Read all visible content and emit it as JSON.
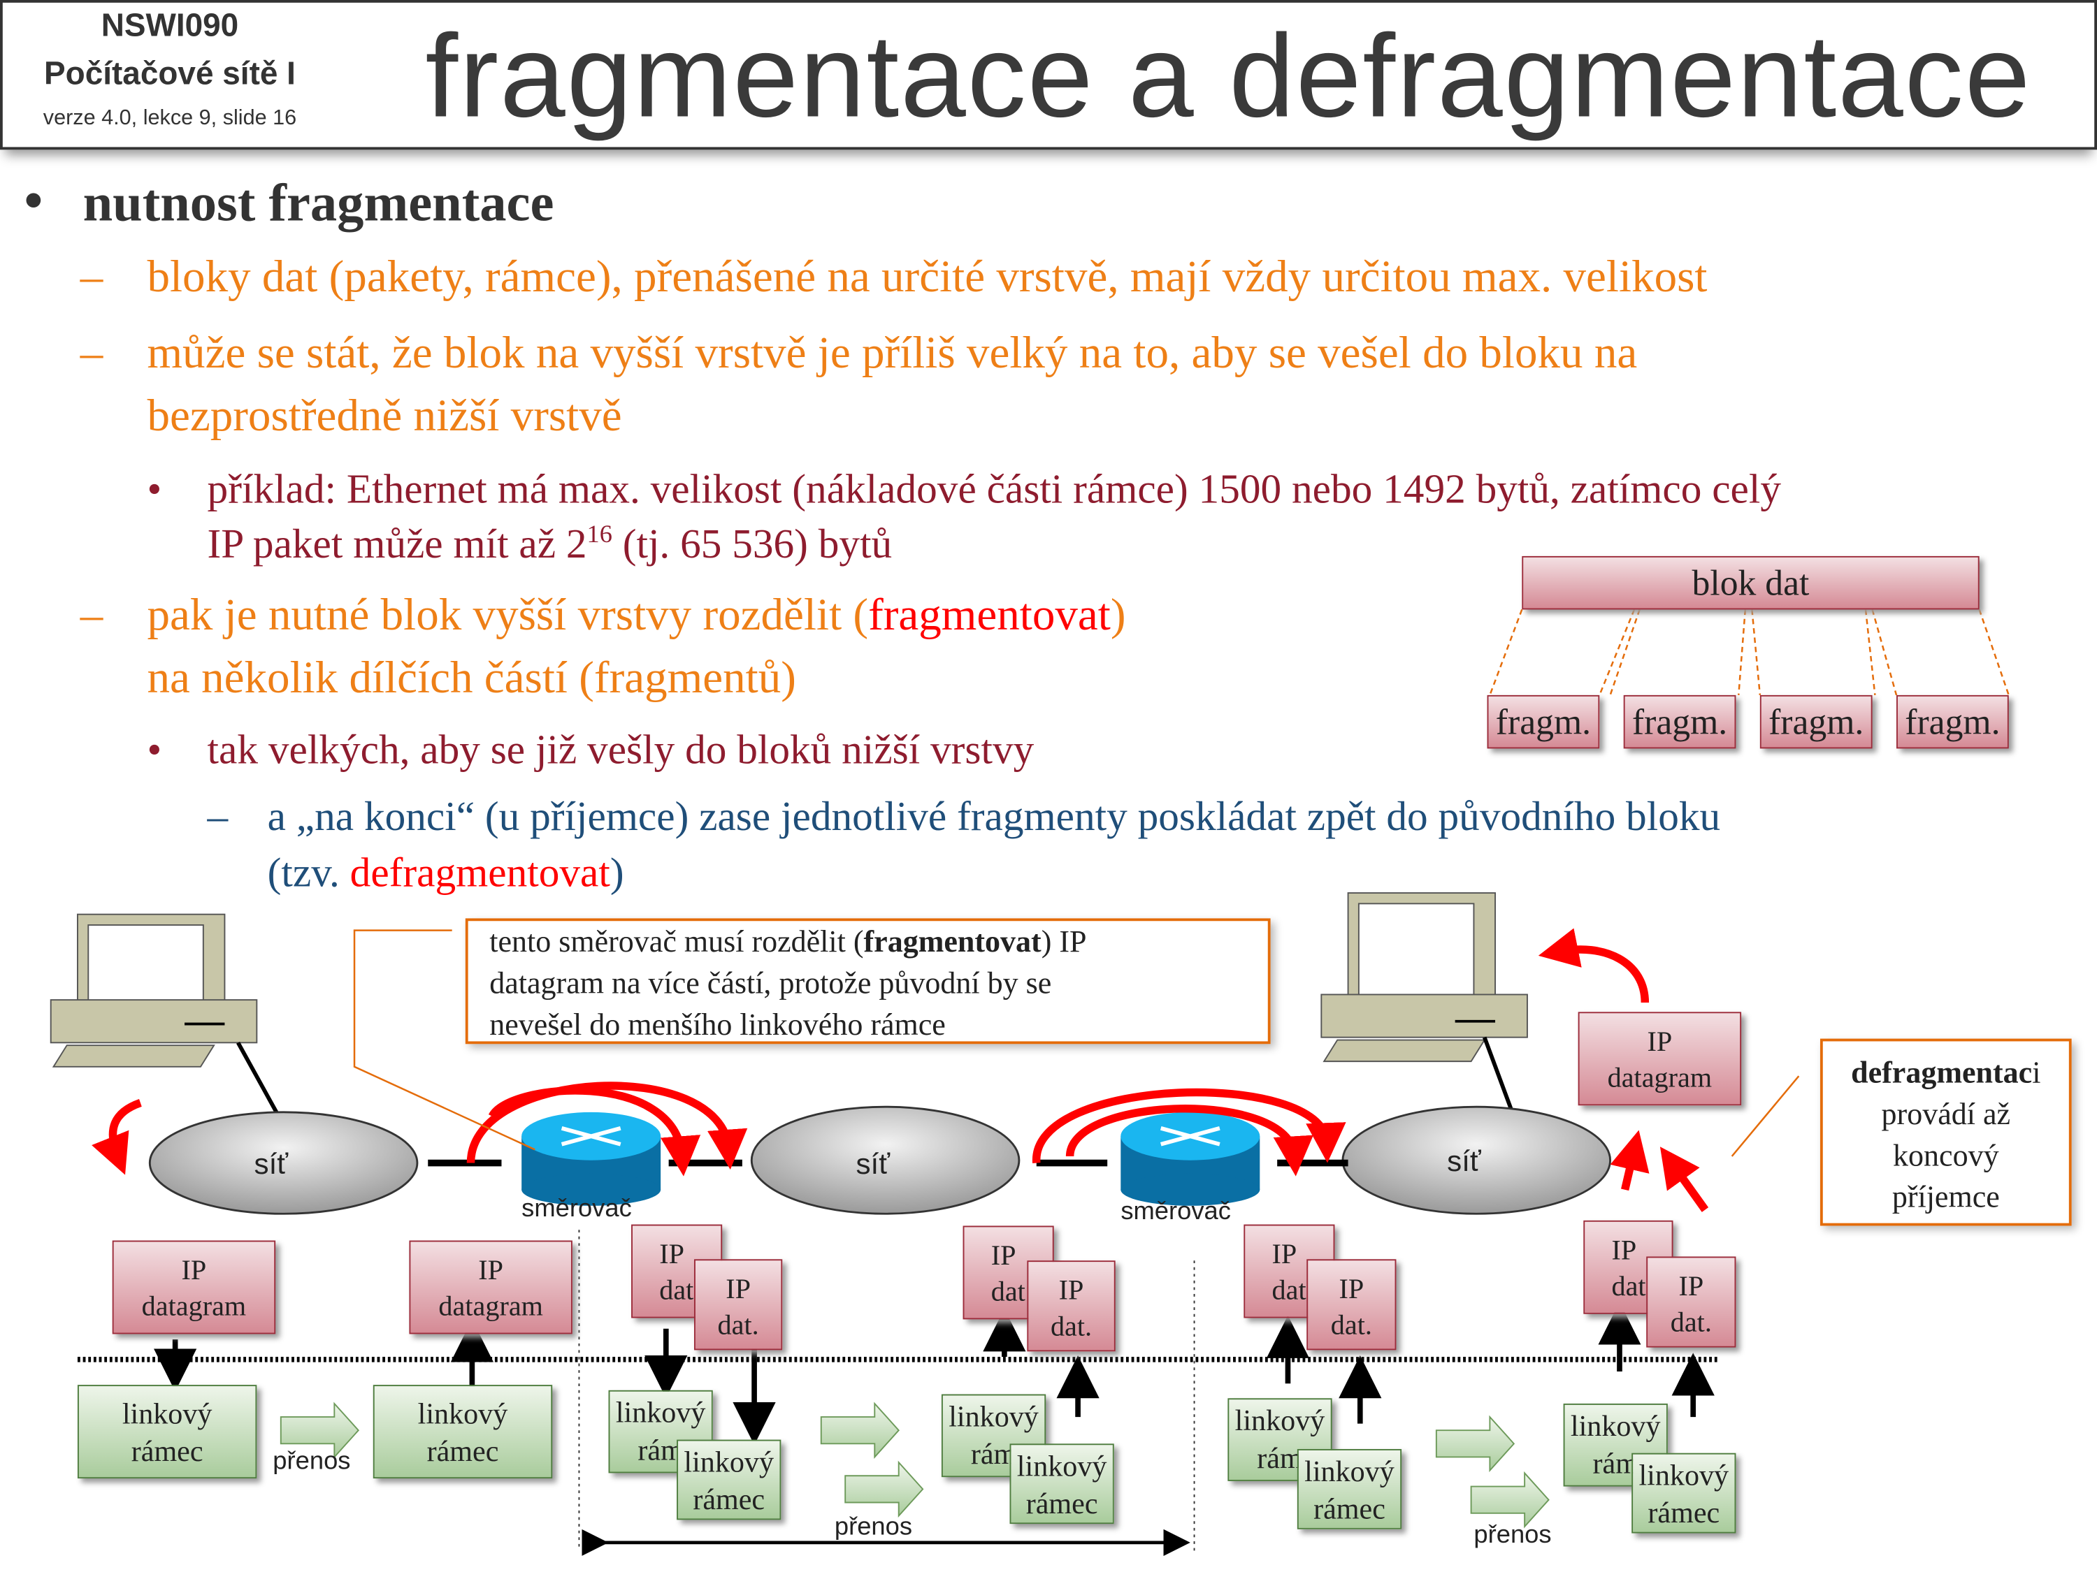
{
  "header": {
    "course_code": "NSWI090",
    "course_name": "Počítačové sítě I",
    "version_info": "verze 4.0, lekce 9, slide 16",
    "title": "fragmentace a defragmentace"
  },
  "content": {
    "bullet1": "nutnost fragmentace",
    "dash1": "bloky dat (pakety, rámce), přenášené na určité vrstvě, mají vždy určitou max. velikost",
    "dash2_line1": "může se stát, že blok na vyšší vrstvě je příliš velký na to, aby se vešel do bloku na",
    "dash2_line2": "bezprostředně nižší vrstvě",
    "example_line1": "příklad: Ethernet má max. velikost (nákladové části rámce) 1500 nebo 1492 bytů, zatímco celý",
    "example_line2_pre": "IP paket může mít až 2",
    "example_line2_sup": "16",
    "example_line2_post": " (tj. 65 536) bytů",
    "dash3_line1_pre": "pak je nutné blok vyšší vrstvy rozdělit (",
    "dash3_line1_red": "fragmentovat",
    "dash3_line1_post": ")",
    "dash3_line2": "na několik dílčích částí (fragmentů)",
    "sub3": "tak velkých, aby se již vešly do bloků nižší vrstvy",
    "sub4_line1": "a „na konci“ (u příjemce) zase jednotlivé fragmenty poskládat zpět do původního bloku",
    "sub4_line2_pre": "(tzv. ",
    "sub4_line2_red": "defragmentovat",
    "sub4_line2_post": ")"
  },
  "block_diagram": {
    "block": "blok dat",
    "fragments": [
      "fragm.",
      "fragm.",
      "fragm.",
      "fragm."
    ]
  },
  "network_diagram": {
    "callout_pre": "tento směrovač musí rozdělit (",
    "callout_bold": "fragmentovat",
    "callout_post": ") IP",
    "callout_line2": "datagram na více částí, protože původní by se",
    "callout_line3": "nevešel do menšího linkového rámce",
    "defrag_bold": "defragmentac",
    "defrag_tail": "i",
    "defrag_line2": "provádí až",
    "defrag_line3": "koncový",
    "defrag_line4": "příjemce",
    "network": "síť",
    "router": "směrovač",
    "ip": "IP",
    "datagram": "datagram",
    "dat_short": "dat",
    "dat": "dat.",
    "frame_l1": "linkový",
    "frame_l2": "rámec",
    "frame_l2_cut": "rám",
    "transfer": "přenos"
  },
  "colors": {
    "orange": "#EE7F16",
    "darkred": "#8E1C2E",
    "blue": "#1F4E79",
    "red": "#FF0000"
  }
}
